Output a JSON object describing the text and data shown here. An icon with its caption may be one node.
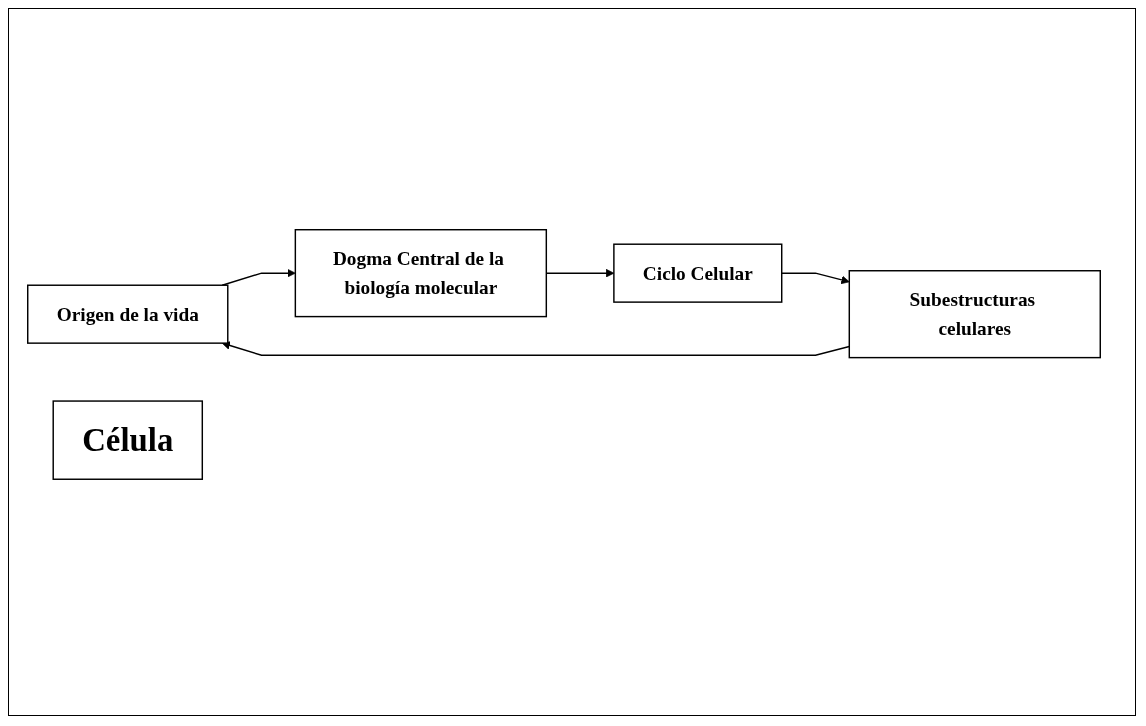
{
  "diagram": {
    "nodes": [
      {
        "text": [
          "Origen de la vida"
        ]
      },
      {
        "text": [
          "Dogma Central de la biología molecular"
        ]
      },
      {
        "text": [
          "Célula"
        ]
      },
      {
        "text": [
          "Subestructuras celulares"
        ]
      },
      {
        "text": [
          "Ciclo Celular"
        ]
      }
    ],
    "edges": [
      {
        "from": 0,
        "to": 1,
        "arrow": "to"
      },
      {
        "from": 1,
        "to": 4,
        "arrow": "to"
      },
      {
        "from": 4,
        "to": 3,
        "arrow": "to"
      },
      {
        "from": 3,
        "to": 0,
        "arrow": "to"
      }
    ]
  }
}
